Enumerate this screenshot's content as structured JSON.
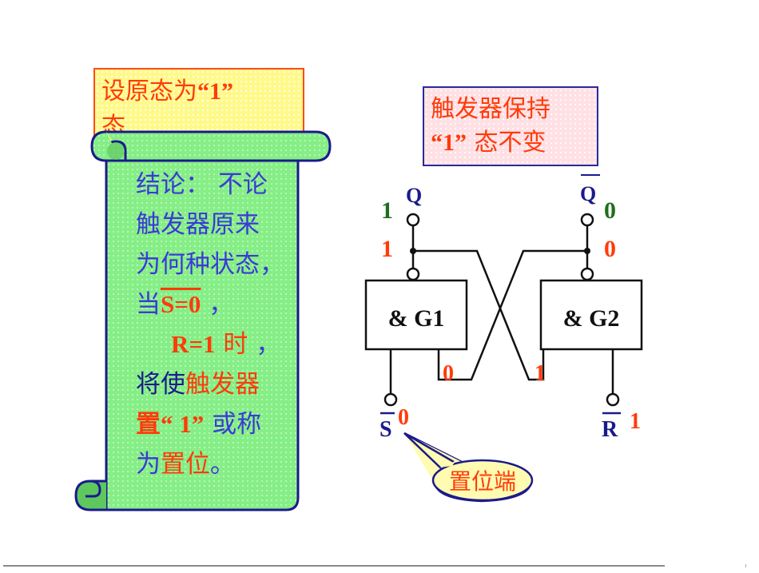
{
  "note_initial_state": {
    "text_prefix": "设原态为",
    "quote_open": "“",
    "value": "1",
    "quote_close": "”",
    "text_suffix": "态",
    "fill_color": "#fff98a",
    "border_color": "#ff4a1a"
  },
  "conclusion_scroll": {
    "lines": [
      {
        "segments": [
          {
            "text": "结论： 不论",
            "color": "blue"
          }
        ]
      },
      {
        "segments": [
          {
            "text": "触发器原来",
            "color": "blue"
          }
        ]
      },
      {
        "segments": [
          {
            "text": "为何种状态",
            "color": "blue"
          },
          {
            "text": "，",
            "color": "blue"
          }
        ]
      },
      {
        "segments": [
          {
            "text": "当",
            "color": "blue"
          },
          {
            "text": "S=0",
            "color": "red",
            "overline": true
          },
          {
            "text": " ，",
            "color": "blue"
          }
        ]
      },
      {
        "segments": [
          {
            "text": "R=1",
            "color": "red"
          },
          {
            "text": " 时",
            "color": "red"
          },
          {
            "text": " ，",
            "color": "blue"
          }
        ]
      },
      {
        "segments": [
          {
            "text": "将使",
            "color": "navy"
          },
          {
            "text": "触发器",
            "color": "red"
          }
        ]
      },
      {
        "segments": [
          {
            "text": "置“ 1”",
            "color": "red"
          },
          {
            "text": " 或称",
            "color": "blue"
          }
        ]
      },
      {
        "segments": [
          {
            "text": "为",
            "color": "blue"
          },
          {
            "text": "置位",
            "color": "red"
          },
          {
            "text": "。",
            "color": "blue"
          }
        ]
      }
    ],
    "fill_color": "#86ee86",
    "border_color": "#1a1a8c"
  },
  "note_hold_state": {
    "line1": "触发器保持",
    "line2_quote_open": "“",
    "line2_value": "1",
    "line2_quote_close": "”",
    "line2_suffix": " 态不变",
    "fill_color": "#ffe0e4",
    "border_color": "#2a2a9a"
  },
  "circuit": {
    "gate1_label": "& G1",
    "gate2_label": "& G2",
    "q_label": "Q",
    "q_bar_label": "Q",
    "s_bar_label": "S",
    "r_bar_label": "R",
    "q_prev_value": "1",
    "q_new_value": "1",
    "q_bar_prev_value": "0",
    "q_bar_new_value": "0",
    "g1_feedback_input_value": "0",
    "g2_feedback_input_value": "1",
    "s_input_value": "0",
    "r_input_value": "1",
    "callout_label": "置位端",
    "colors": {
      "prev_value": "#1e6e1e",
      "new_value": "#ff3b0a",
      "terminal_label": "#1a1a8c",
      "wire": "#111111",
      "callout_fill": "#fffbb0",
      "callout_border": "#1a1a8c"
    }
  }
}
